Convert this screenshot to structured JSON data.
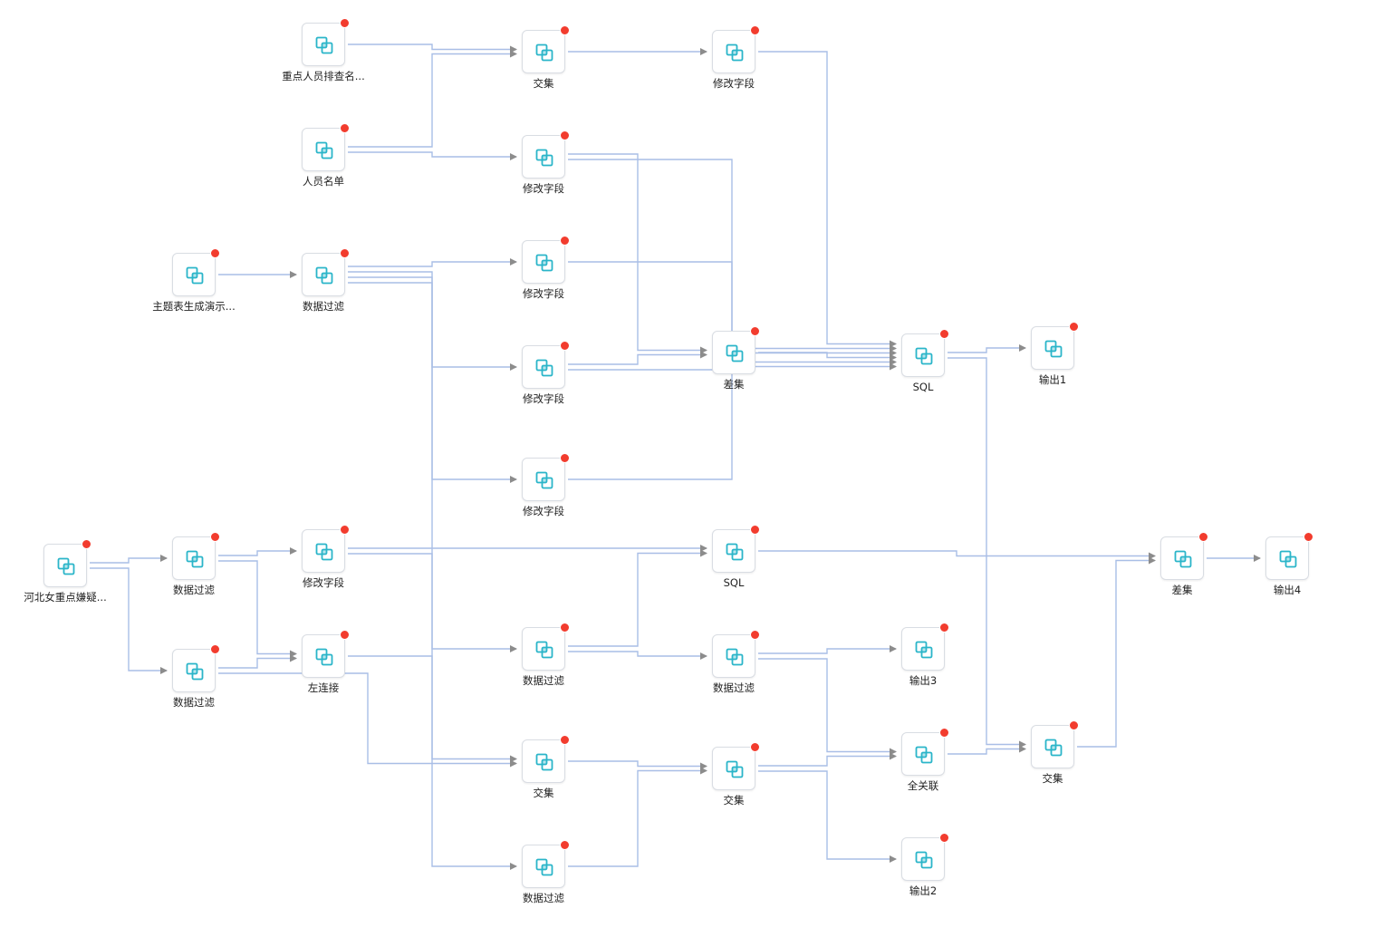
{
  "colors": {
    "edge": "#a9bee6",
    "arrow": "#8c8c8c",
    "icon": "#2ab5c9",
    "status_dot": "#f23c2e"
  },
  "node_icon": "overlapping-squares-icon",
  "nodes": [
    {
      "id": "n1",
      "label": "重点人员排查名..."
    },
    {
      "id": "n2",
      "label": "人员名单"
    },
    {
      "id": "n3",
      "label": "主题表生成演示..."
    },
    {
      "id": "n4",
      "label": "数据过滤"
    },
    {
      "id": "n5",
      "label": "交集"
    },
    {
      "id": "n6",
      "label": "修改字段"
    },
    {
      "id": "n7",
      "label": "修改字段"
    },
    {
      "id": "n8",
      "label": "修改字段"
    },
    {
      "id": "n9",
      "label": "修改字段"
    },
    {
      "id": "n10",
      "label": "修改字段"
    },
    {
      "id": "n11",
      "label": "差集"
    },
    {
      "id": "n12",
      "label": "SQL"
    },
    {
      "id": "n13",
      "label": "输出1"
    },
    {
      "id": "n14",
      "label": "河北女重点嫌疑..."
    },
    {
      "id": "n15",
      "label": "数据过滤"
    },
    {
      "id": "n16",
      "label": "数据过滤"
    },
    {
      "id": "n17",
      "label": "修改字段"
    },
    {
      "id": "n18",
      "label": "左连接"
    },
    {
      "id": "n19",
      "label": "SQL"
    },
    {
      "id": "n20",
      "label": "数据过滤"
    },
    {
      "id": "n21",
      "label": "数据过滤"
    },
    {
      "id": "n22",
      "label": "输出3"
    },
    {
      "id": "n23",
      "label": "交集"
    },
    {
      "id": "n24",
      "label": "交集"
    },
    {
      "id": "n25",
      "label": "全关联"
    },
    {
      "id": "n26",
      "label": "交集"
    },
    {
      "id": "n27",
      "label": "数据过滤"
    },
    {
      "id": "n28",
      "label": "输出2"
    },
    {
      "id": "n29",
      "label": "差集"
    },
    {
      "id": "n30",
      "label": "输出4"
    }
  ],
  "edges": [
    [
      "n1",
      "n5"
    ],
    [
      "n2",
      "n5"
    ],
    [
      "n5",
      "n6"
    ],
    [
      "n2",
      "n7"
    ],
    [
      "n3",
      "n4"
    ],
    [
      "n4",
      "n8"
    ],
    [
      "n4",
      "n9"
    ],
    [
      "n4",
      "n10"
    ],
    [
      "n4",
      "n23"
    ],
    [
      "n7",
      "n11"
    ],
    [
      "n9",
      "n11"
    ],
    [
      "n6",
      "n12"
    ],
    [
      "n7",
      "n12"
    ],
    [
      "n8",
      "n12"
    ],
    [
      "n11",
      "n12"
    ],
    [
      "n9",
      "n12"
    ],
    [
      "n10",
      "n12"
    ],
    [
      "n12",
      "n13"
    ],
    [
      "n12",
      "n26"
    ],
    [
      "n14",
      "n15"
    ],
    [
      "n14",
      "n16"
    ],
    [
      "n15",
      "n17"
    ],
    [
      "n15",
      "n18"
    ],
    [
      "n16",
      "n18"
    ],
    [
      "n16",
      "n23"
    ],
    [
      "n17",
      "n19"
    ],
    [
      "n17",
      "n20"
    ],
    [
      "n18",
      "n27"
    ],
    [
      "n20",
      "n19"
    ],
    [
      "n20",
      "n21"
    ],
    [
      "n21",
      "n22"
    ],
    [
      "n21",
      "n25"
    ],
    [
      "n23",
      "n24"
    ],
    [
      "n27",
      "n24"
    ],
    [
      "n24",
      "n25"
    ],
    [
      "n24",
      "n28"
    ],
    [
      "n25",
      "n26"
    ],
    [
      "n19",
      "n29"
    ],
    [
      "n26",
      "n29"
    ],
    [
      "n29",
      "n30"
    ]
  ]
}
